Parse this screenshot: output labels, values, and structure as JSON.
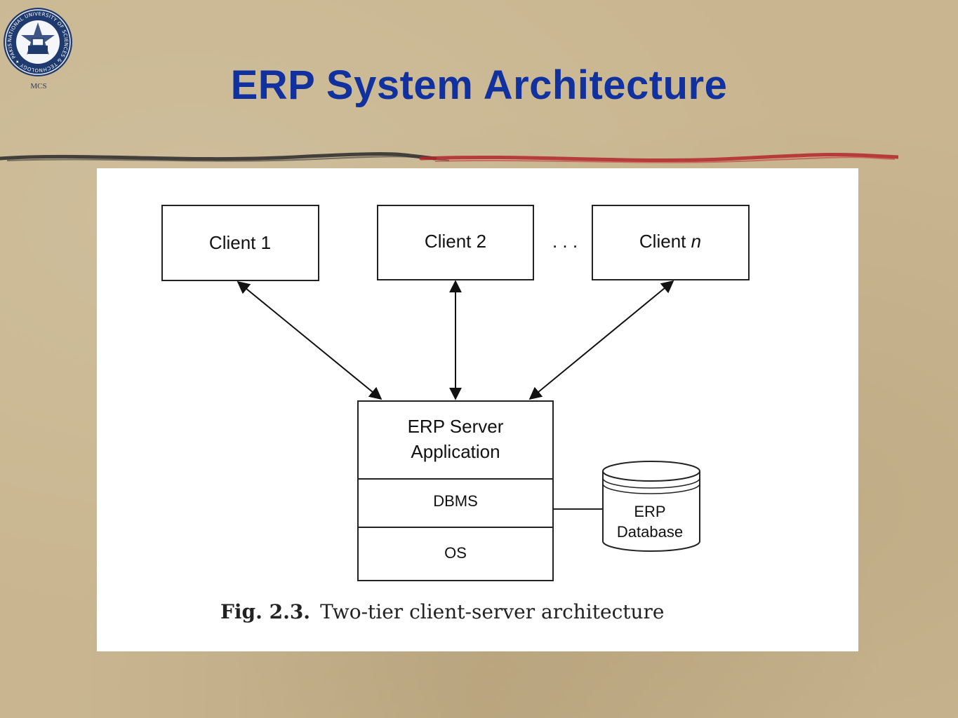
{
  "slide": {
    "title": "ERP System Architecture",
    "logo_caption": "MCS",
    "logo_ring_text": "NATIONAL UNIVERSITY OF SCIENCES & TECHNOLOGY ✦ PAKISTAN ✦"
  },
  "diagram": {
    "clients": [
      {
        "label": "Client 1"
      },
      {
        "label": "Client 2"
      },
      {
        "label": "Client ",
        "label_italic": "n"
      }
    ],
    "ellipsis": ". . .",
    "server": {
      "app_line1": "ERP Server",
      "app_line2": "Application",
      "dbms": "DBMS",
      "os": "OS"
    },
    "database": {
      "line1": "ERP",
      "line2": "Database"
    },
    "caption": {
      "fig": "Fig. 2.3.",
      "text": "Two-tier client-server architecture"
    }
  },
  "colors": {
    "title": "#10319e",
    "background": "#c9b690",
    "divider_dark": "#2a2a2a",
    "divider_red": "#b3262b"
  }
}
